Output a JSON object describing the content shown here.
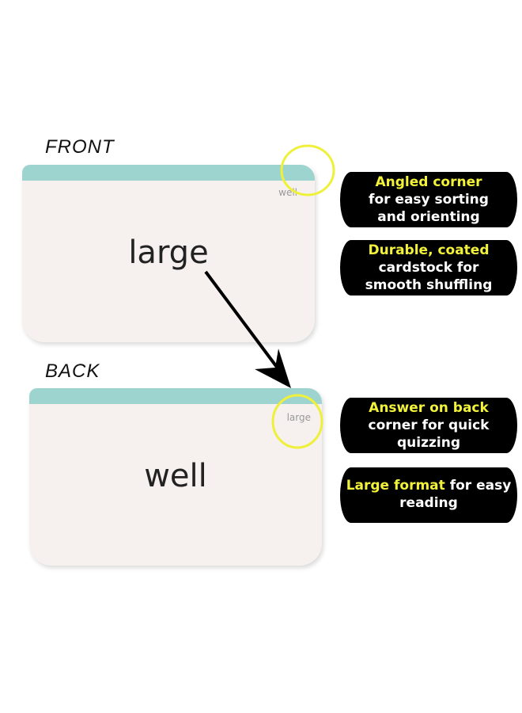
{
  "front": {
    "label": "FRONT",
    "word": "large",
    "corner_word": "well"
  },
  "back": {
    "label": "BACK",
    "word": "well",
    "corner_word": "large"
  },
  "callouts": [
    {
      "highlight": "Angled corner",
      "text": "for easy sorting and orienting"
    },
    {
      "highlight": "Durable, coated",
      "text": "cardstock for smooth shuffling"
    },
    {
      "highlight": "Answer on back",
      "text": "corner for quick quizzing"
    },
    {
      "highlight": "Large format",
      "text": "for easy reading"
    }
  ],
  "colors": {
    "band": "#9ed4d0",
    "highlight": "#f2f23a",
    "card": "#f6f1ef"
  }
}
